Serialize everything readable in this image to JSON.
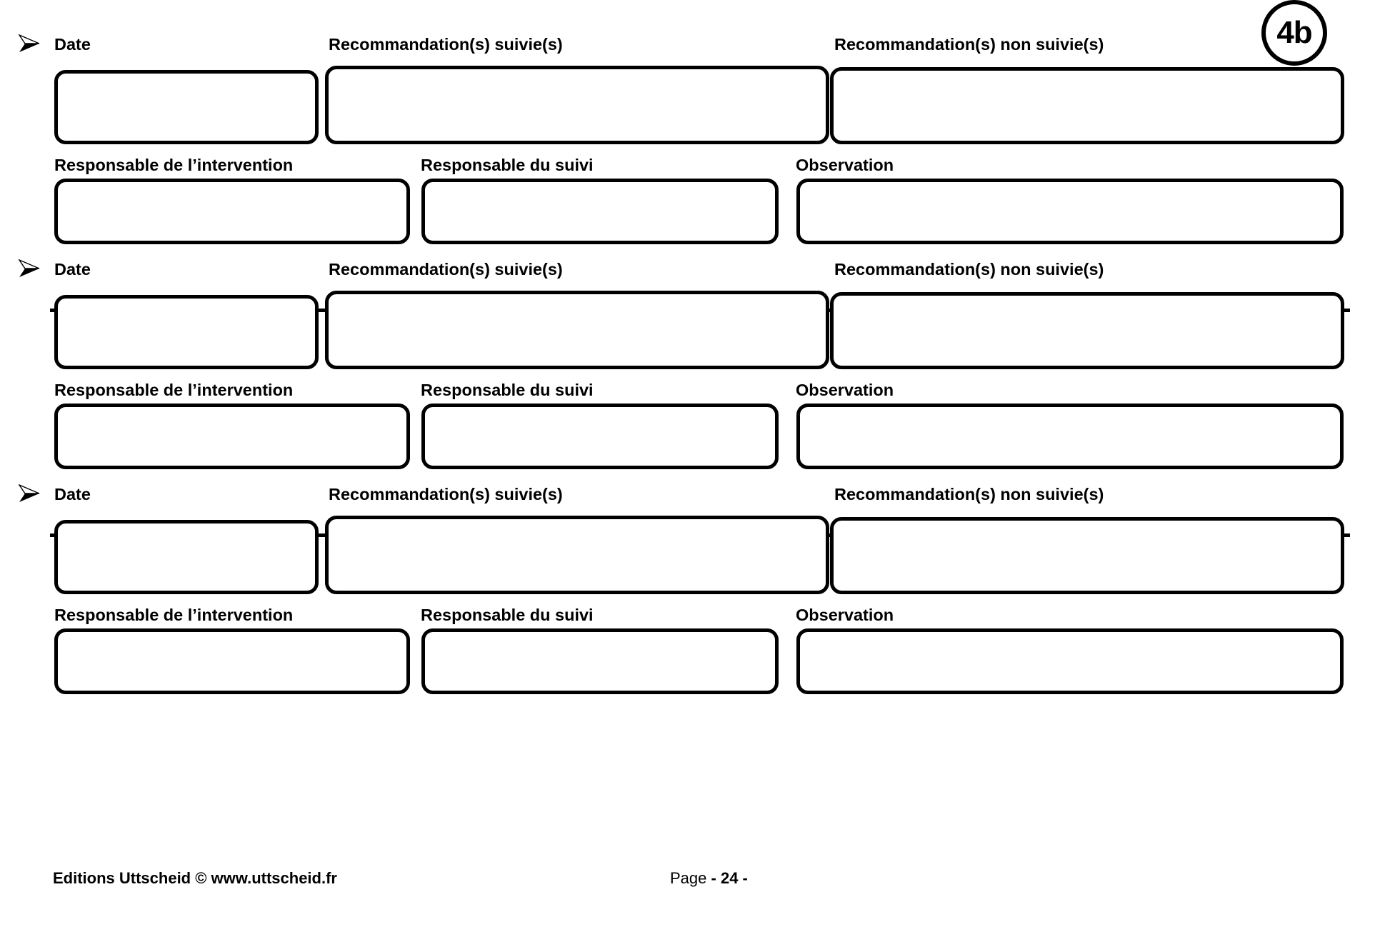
{
  "document": {
    "badge": {
      "label": "4b",
      "icon": "circle-badge"
    },
    "bullet_icon": "arrow-bullet-icon"
  },
  "labels": {
    "date": "Date",
    "recommendation_followed": "Recommandation(s) suivie(s)",
    "recommendation_not_followed": "Recommandation(s) non suivie(s)",
    "intervention_manager": "Responsable de l’intervention",
    "followup_manager": "Responsable du suivi",
    "observation": "Observation"
  },
  "sections": [
    {
      "id": "section-1",
      "fields": {
        "date": "",
        "recommendation_followed": "",
        "recommendation_not_followed": "",
        "intervention_manager": "",
        "followup_manager": "",
        "observation": ""
      }
    },
    {
      "id": "section-2",
      "fields": {
        "date": "",
        "recommendation_followed": "",
        "recommendation_not_followed": "",
        "intervention_manager": "",
        "followup_manager": "",
        "observation": ""
      }
    },
    {
      "id": "section-3",
      "fields": {
        "date": "",
        "recommendation_followed": "",
        "recommendation_not_followed": "",
        "intervention_manager": "",
        "followup_manager": "",
        "observation": ""
      }
    }
  ],
  "footer": {
    "credit": "Editions Uttscheid © www.uttscheid.fr",
    "page_word": "Page",
    "page_number": "- 24 -"
  },
  "colors": {
    "ink": "#000000",
    "paper": "#ffffff"
  }
}
